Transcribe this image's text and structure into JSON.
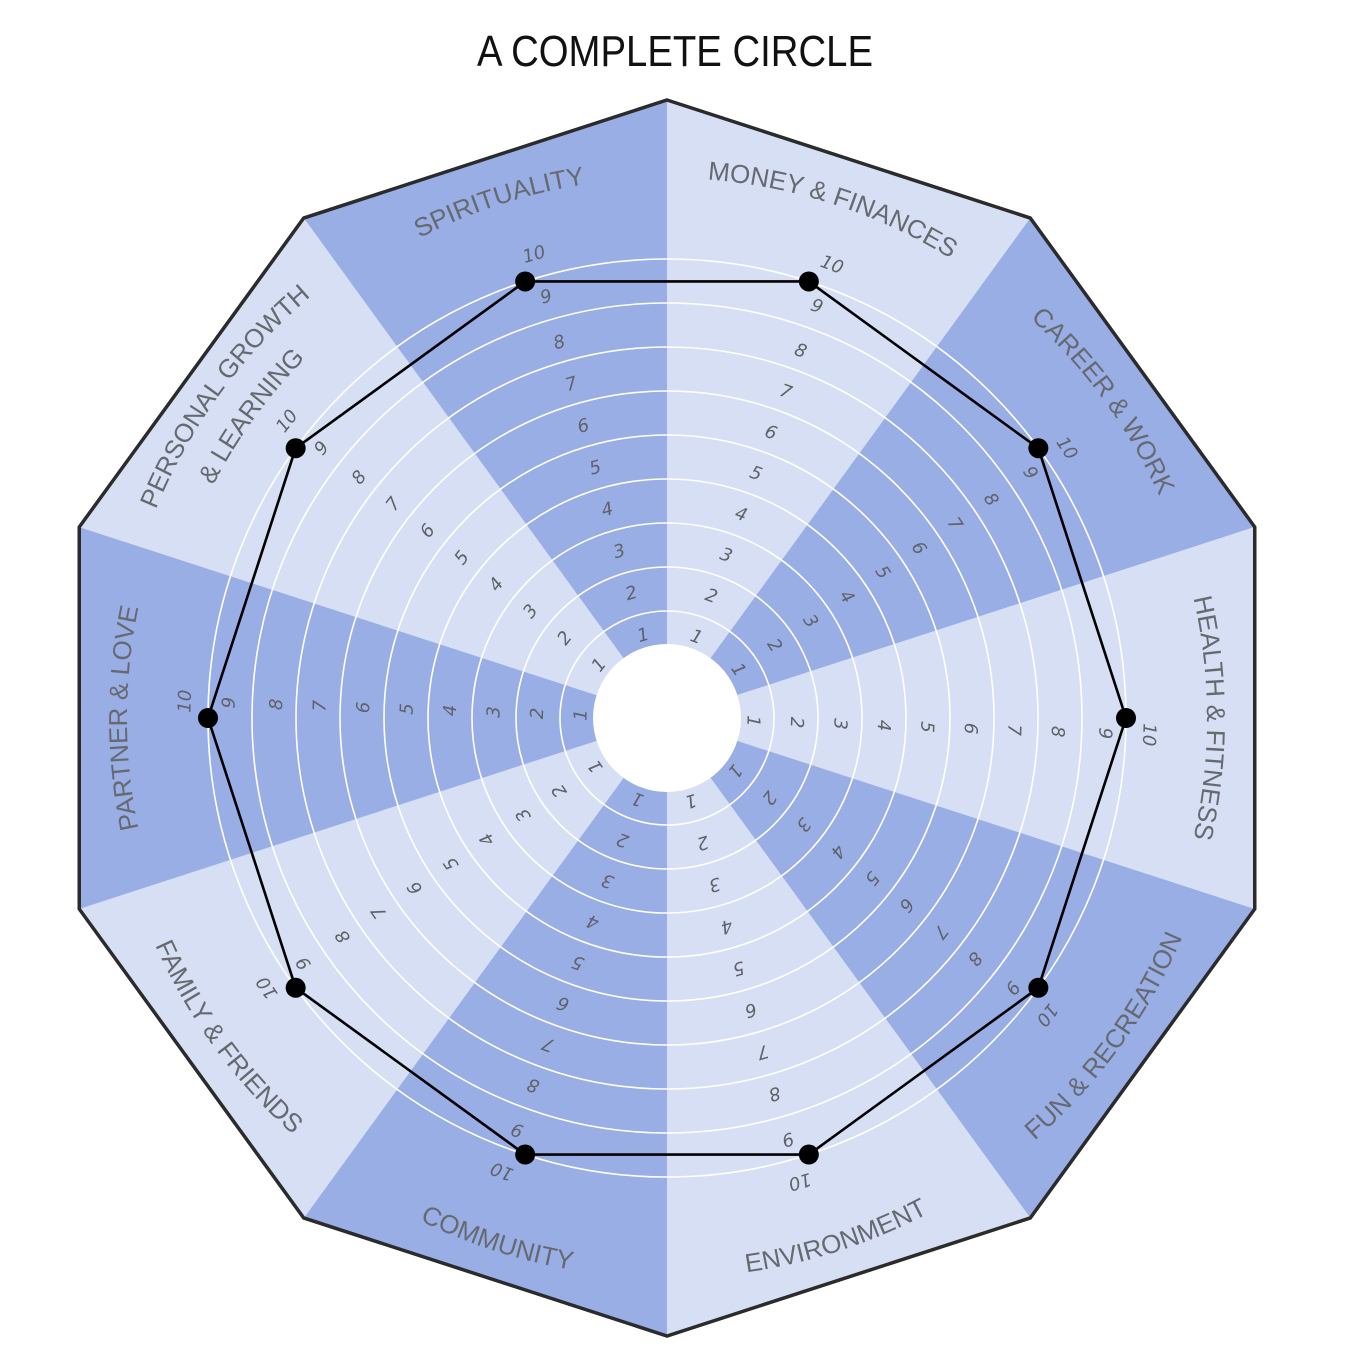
{
  "chart_data": {
    "type": "radar",
    "title": "A COMPLETE CIRCLE",
    "categories": [
      "MONEY & FINANCES",
      "CAREER & WORK",
      "HEALTH & FITNESS",
      "FUN & RECREATION",
      "ENVIRONMENT",
      "COMMUNITY",
      "FAMILY & FRIENDS",
      "PARTNER & LOVE",
      "PERSONAL GROWTH & LEARNING",
      "SPIRITUALITY"
    ],
    "category_lines": [
      [
        "MONEY & FINANCES"
      ],
      [
        "CAREER & WORK"
      ],
      [
        "HEALTH & FITNESS"
      ],
      [
        "FUN & RECREATION"
      ],
      [
        "ENVIRONMENT"
      ],
      [
        "COMMUNITY"
      ],
      [
        "FAMILY & FRIENDS"
      ],
      [
        "PARTNER & LOVE"
      ],
      [
        "PERSONAL GROWTH",
        "& LEARNING"
      ],
      [
        "SPIRITUALITY"
      ]
    ],
    "values": [
      10,
      10,
      10,
      10,
      10,
      10,
      10,
      10,
      10,
      10
    ],
    "scale_ticks": [
      "1",
      "2",
      "3",
      "4",
      "5",
      "6",
      "7",
      "8",
      "9",
      "10"
    ],
    "range": [
      0,
      10
    ],
    "colors": {
      "dark_segment": "#9aaee6",
      "light_segment": "#d6dff4",
      "border": "#2b2b2b",
      "line": "#000000",
      "ring": "#ffffff"
    }
  }
}
